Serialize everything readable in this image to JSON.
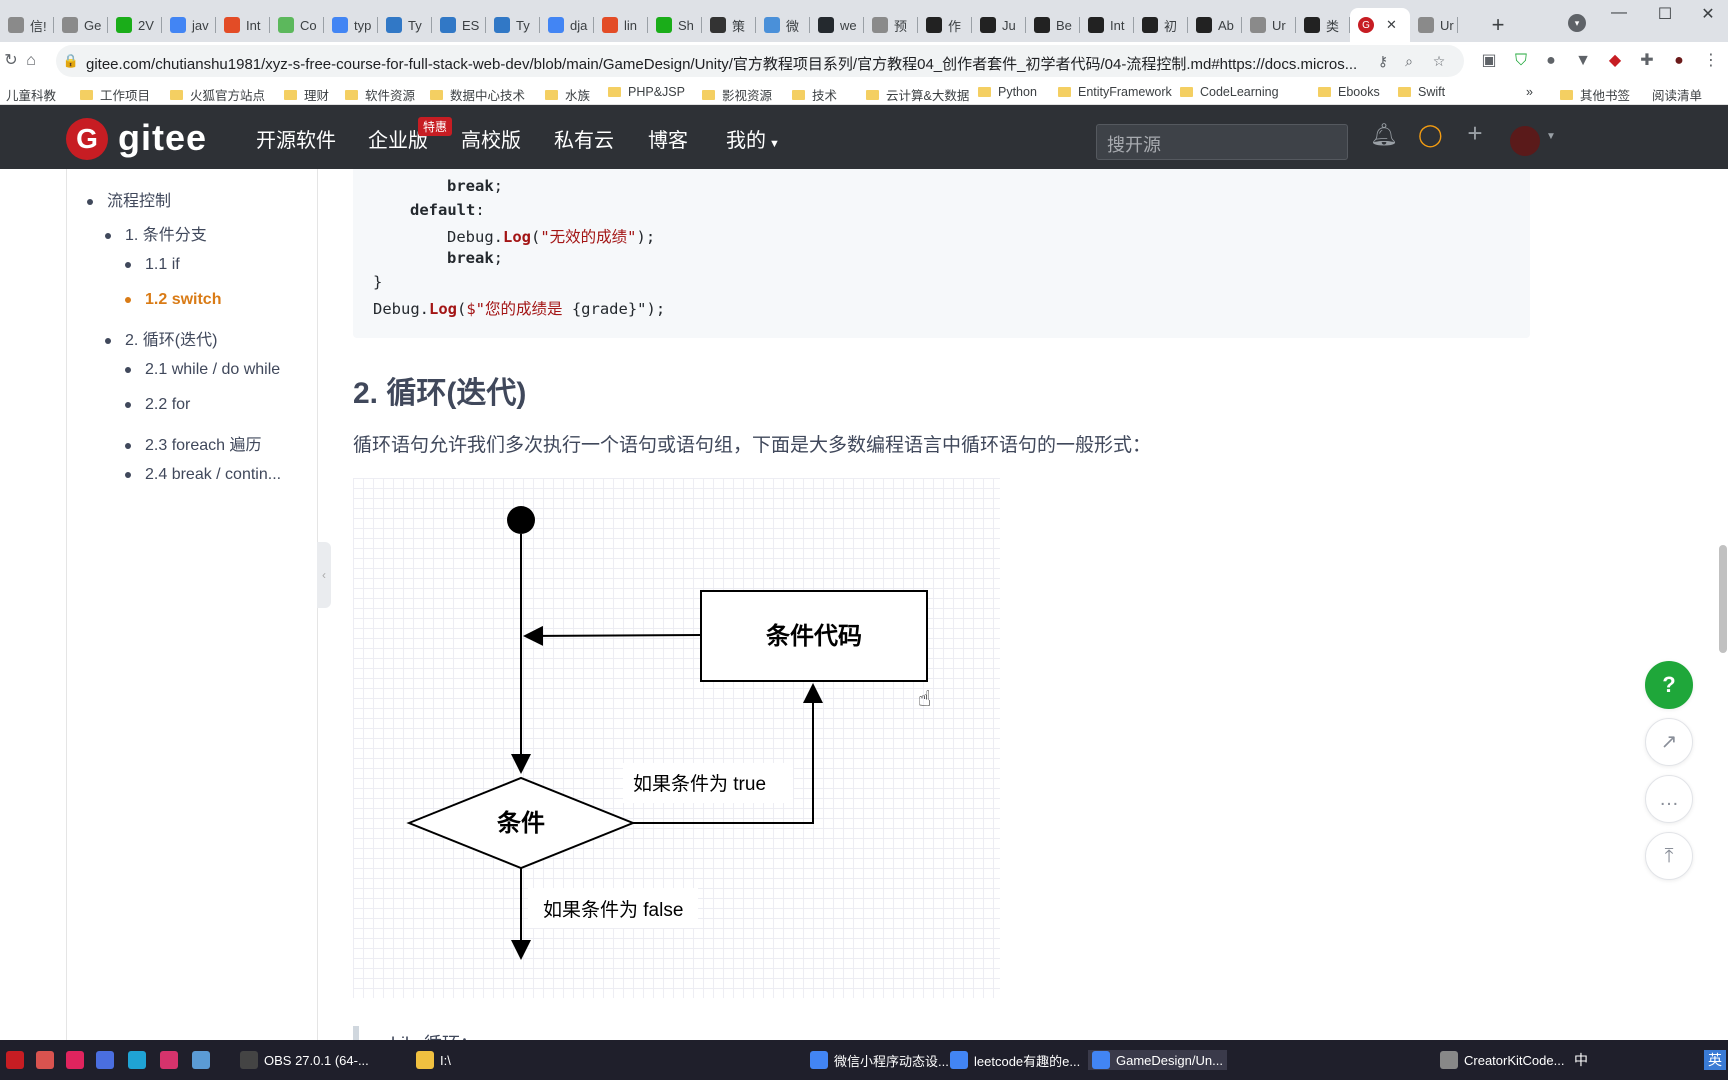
{
  "browser": {
    "tabs": [
      {
        "label": "信!",
        "color": "#8a8a8a"
      },
      {
        "label": "Ge",
        "color": "#8a8a8a"
      },
      {
        "label": "2V",
        "color": "#1aad19"
      },
      {
        "label": "jav",
        "color": "#4285f4"
      },
      {
        "label": "Int",
        "color": "#e34c26"
      },
      {
        "label": "Co",
        "color": "#5cb85c"
      },
      {
        "label": "typ",
        "color": "#4285f4"
      },
      {
        "label": "Ty",
        "color": "#3178c6"
      },
      {
        "label": "ES",
        "color": "#3178c6"
      },
      {
        "label": "Ty",
        "color": "#3178c6"
      },
      {
        "label": "dja",
        "color": "#4285f4"
      },
      {
        "label": "lin",
        "color": "#e34c26"
      },
      {
        "label": "Sh",
        "color": "#1aad19"
      },
      {
        "label": "策",
        "color": "#333333"
      },
      {
        "label": "微",
        "color": "#4a90d9"
      },
      {
        "label": "we",
        "color": "#24292e"
      },
      {
        "label": "预",
        "color": "#8a8a8a"
      },
      {
        "label": "作",
        "color": "#222222"
      },
      {
        "label": "Ju",
        "color": "#222222"
      },
      {
        "label": "Be",
        "color": "#222222"
      },
      {
        "label": "Int",
        "color": "#222222"
      },
      {
        "label": "初",
        "color": "#222222"
      },
      {
        "label": "Ab",
        "color": "#222222"
      },
      {
        "label": "Ur",
        "color": "#8a8a8a"
      },
      {
        "label": "类",
        "color": "#222222"
      }
    ],
    "active_tab": {
      "label": "G",
      "close": "✕"
    },
    "last_tab": {
      "label": "Ur"
    },
    "new_tab": "+",
    "url": "gitee.com/chutianshu1981/xyz-s-free-course-for-full-stack-web-dev/blob/main/GameDesign/Unity/官方教程项目系列/官方教程04_创作者套件_初学者代码/04-流程控制.md#https://docs.micros...",
    "bookmarks": [
      "儿童科教",
      "工作项目",
      "火狐官方站点",
      "理财",
      "软件资源",
      "数据中心技术",
      "水族",
      "PHP&JSP",
      "影视资源",
      "技术",
      "云计算&大数据",
      "Python",
      "EntityFramework",
      "CodeLearning",
      "Ebooks",
      "Swift"
    ],
    "bookmarks_more": "»",
    "other_bookmarks": "其他书签",
    "reading_list": "阅读清单"
  },
  "gitee": {
    "logo_letter": "G",
    "logo_text": "gitee",
    "nav": [
      "开源软件",
      "企业版",
      "高校版",
      "私有云",
      "博客",
      "我的"
    ],
    "badge": "特惠",
    "search_placeholder": "搜开源"
  },
  "toc": [
    {
      "label": "流程控制",
      "level": 0
    },
    {
      "label": "1. 条件分支",
      "level": 1
    },
    {
      "label": "1.1 if",
      "level": 2
    },
    {
      "label": "1.2 switch",
      "level": 2,
      "active": true
    },
    {
      "label": "2. 循环(迭代)",
      "level": 1
    },
    {
      "label": "2.1 while / do while",
      "level": 2
    },
    {
      "label": "2.2 for",
      "level": 2
    },
    {
      "label": "2.3 foreach 遍历",
      "level": 2
    },
    {
      "label": "2.4 break / contin...",
      "level": 2
    }
  ],
  "code": {
    "l1_kw": "break",
    "l2_kw": "default",
    "l3_obj": "Debug.",
    "l3_fn": "Log",
    "l3_str": "\"无效的成绩\"",
    "l4_kw": "break",
    "l5": "}",
    "l6_obj": "Debug.",
    "l6_fn": "Log",
    "l6_str": "$\"您的成绩是 ",
    "l6_rest": "{grade}\");"
  },
  "content": {
    "heading": "2. 循环(迭代)",
    "paragraph": "循环语句允许我们多次执行一个语句或语句组，下面是大多数编程语言中循环语句的一般形式：",
    "next_text": "while 循环："
  },
  "diagram": {
    "box_label": "条件代码",
    "diamond_label": "条件",
    "true_label": "如果条件为 true",
    "false_label": "如果条件为 false"
  },
  "fabs": {
    "help": "?",
    "share": "↗",
    "comment": "…",
    "top": "⤒"
  },
  "taskbar": [
    {
      "label": "OBS 27.0.1 (64-...",
      "color": "#444"
    },
    {
      "label": "I:\\",
      "color": "#f0c040"
    },
    {
      "label": "微信小程序动态设...",
      "color": "#4285f4"
    },
    {
      "label": "leetcode有趣的e...",
      "color": "#4285f4"
    },
    {
      "label": "GameDesign/Un...",
      "color": "#4285f4",
      "active": true
    },
    {
      "label": "CreatorKitCode...",
      "color": "#888"
    }
  ],
  "tray": {
    "ime": "中",
    "ime2": "英"
  }
}
